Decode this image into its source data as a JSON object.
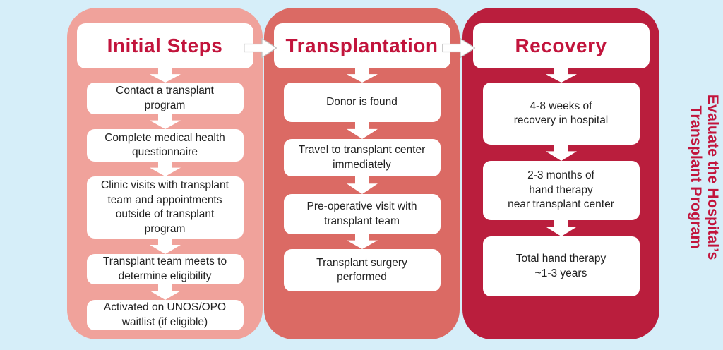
{
  "side_label": {
    "line1": "Evaluate the Hospital’s",
    "line2": "Transplant Program"
  },
  "colors": {
    "background": "#d6eef9",
    "column_initial_steps": "#f0a29b",
    "column_transplantation": "#db6a64",
    "column_recovery": "#ba1e3d",
    "heading_text": "#c2143c",
    "step_text": "#222222",
    "box_background": "#ffffff",
    "arrow_fill": "#ffffff"
  },
  "columns": [
    {
      "title": "Initial Steps",
      "steps": [
        "Contact a transplant\nprogram",
        "Complete medical health\nquestionnaire",
        "Clinic visits with transplant\nteam and appointments\noutside of transplant\nprogram",
        "Transplant team meets to\ndetermine eligibility",
        "Activated on UNOS/OPO\nwaitlist (if eligible)"
      ]
    },
    {
      "title": "Transplantation",
      "steps": [
        "Donor is found",
        "Travel to transplant center\nimmediately",
        "Pre-operative visit with\ntransplant team",
        "Transplant surgery\nperformed"
      ]
    },
    {
      "title": "Recovery",
      "steps": [
        "4-8 weeks of\nrecovery in hospital",
        "2-3 months of\nhand therapy\nnear transplant center",
        "Total hand therapy\n~1-3 years"
      ]
    }
  ]
}
